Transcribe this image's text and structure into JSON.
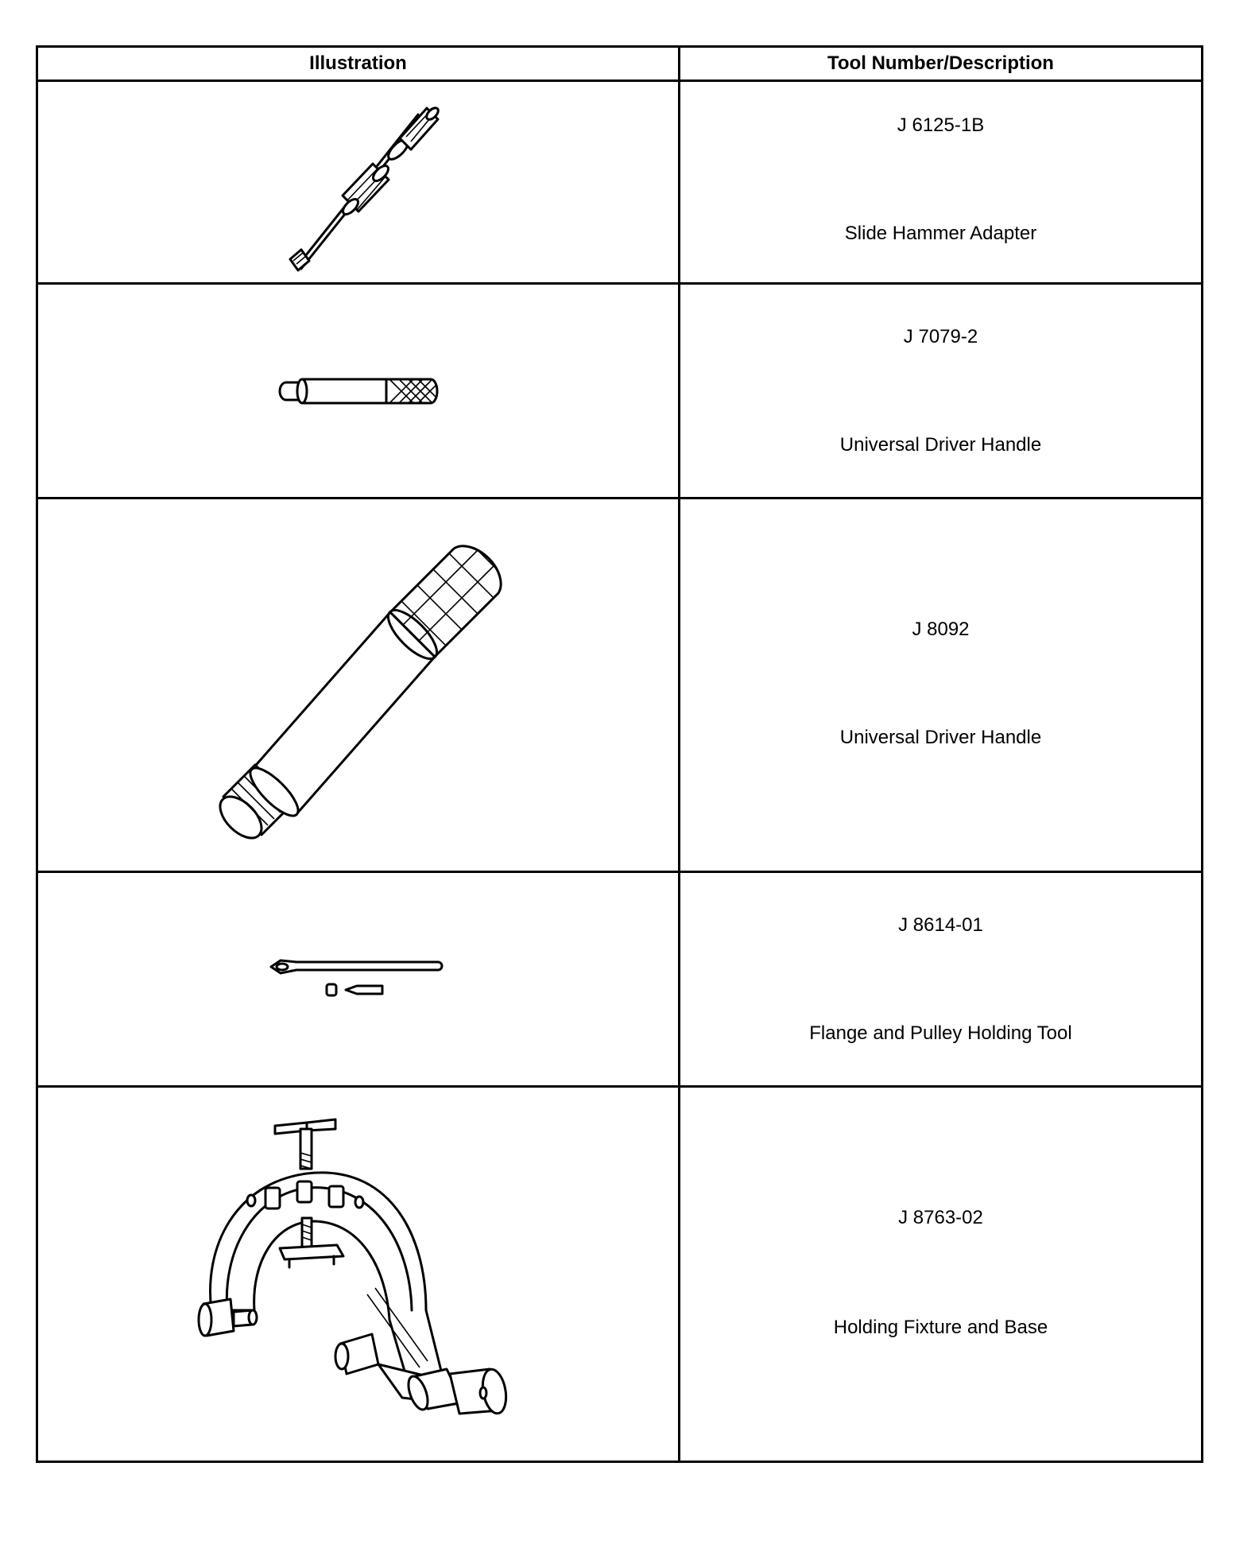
{
  "table": {
    "headers": {
      "illustration": "Illustration",
      "tool": "Tool Number/Description"
    },
    "rows": [
      {
        "tool_number": "J 6125-1B",
        "description": "Slide Hammer Adapter",
        "illustration_icon": "slide-hammer-icon"
      },
      {
        "tool_number": "J 7079-2",
        "description": "Universal Driver Handle",
        "illustration_icon": "driver-handle-small-icon"
      },
      {
        "tool_number": "J 8092",
        "description": "Universal Driver Handle",
        "illustration_icon": "driver-handle-large-icon"
      },
      {
        "tool_number": "J 8614-01",
        "description": "Flange and Pulley Holding Tool",
        "illustration_icon": "holding-tool-icon"
      },
      {
        "tool_number": "J 8763-02",
        "description": "Holding Fixture and Base",
        "illustration_icon": "holding-fixture-icon"
      }
    ]
  }
}
